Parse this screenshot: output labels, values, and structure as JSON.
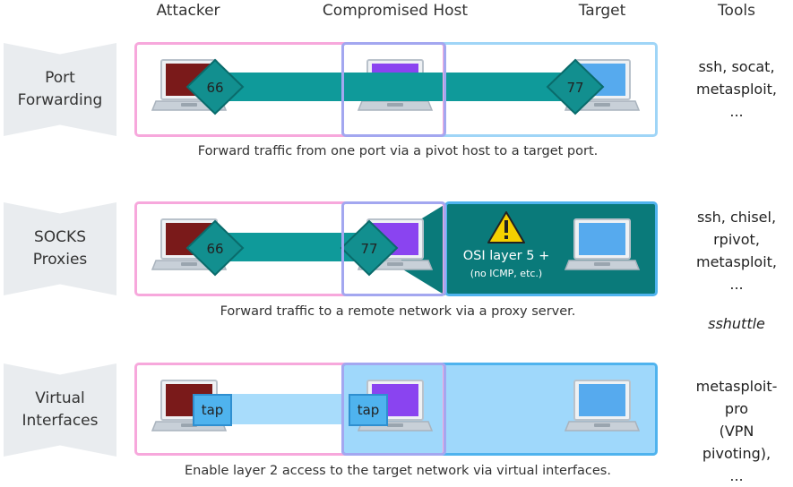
{
  "headers": {
    "attacker": "Attacker",
    "compromised_host": "Compromised Host",
    "target": "Target",
    "tools": "Tools"
  },
  "rows": [
    {
      "label": "Port\nForwarding",
      "caption": "Forward traffic from one port via a pivot host to a target port.",
      "tools": "ssh, socat,\nmetasploit,\n...",
      "port_left": "66",
      "port_right": "77"
    },
    {
      "label": "SOCKS\nProxies",
      "caption": "Forward traffic to a remote network via a proxy server.",
      "tools": "ssh, chisel,\nrpivot,\nmetasploit,\n...",
      "tools_extra": "sshuttle",
      "port_left": "66",
      "port_right": "77",
      "network_line1": "OSI layer 5 +",
      "network_line2": "(no ICMP, etc.)"
    },
    {
      "label": "Virtual\nInterfaces",
      "caption": "Enable layer 2 access to the target network via virtual interfaces.",
      "tools": "metasploit-pro\n(VPN pivoting),\n...",
      "tap_left": "tap",
      "tap_right": "tap"
    }
  ],
  "colors": {
    "attacker_screen": "#7a1a1a",
    "host_screen": "#8a44f0",
    "target_screen": "#56aaee",
    "tunnel": "#0f9a9a",
    "network_fill": "#0a7a7a",
    "vpn_fill": "#9fd8fb",
    "attacker_border": "#f7a8dc",
    "host_border": "#a3a7f0",
    "target_border": "#9fd5f7",
    "warning": "#f5d000"
  },
  "icons": [
    "laptop-icon",
    "port-diamond-icon",
    "warning-icon"
  ]
}
